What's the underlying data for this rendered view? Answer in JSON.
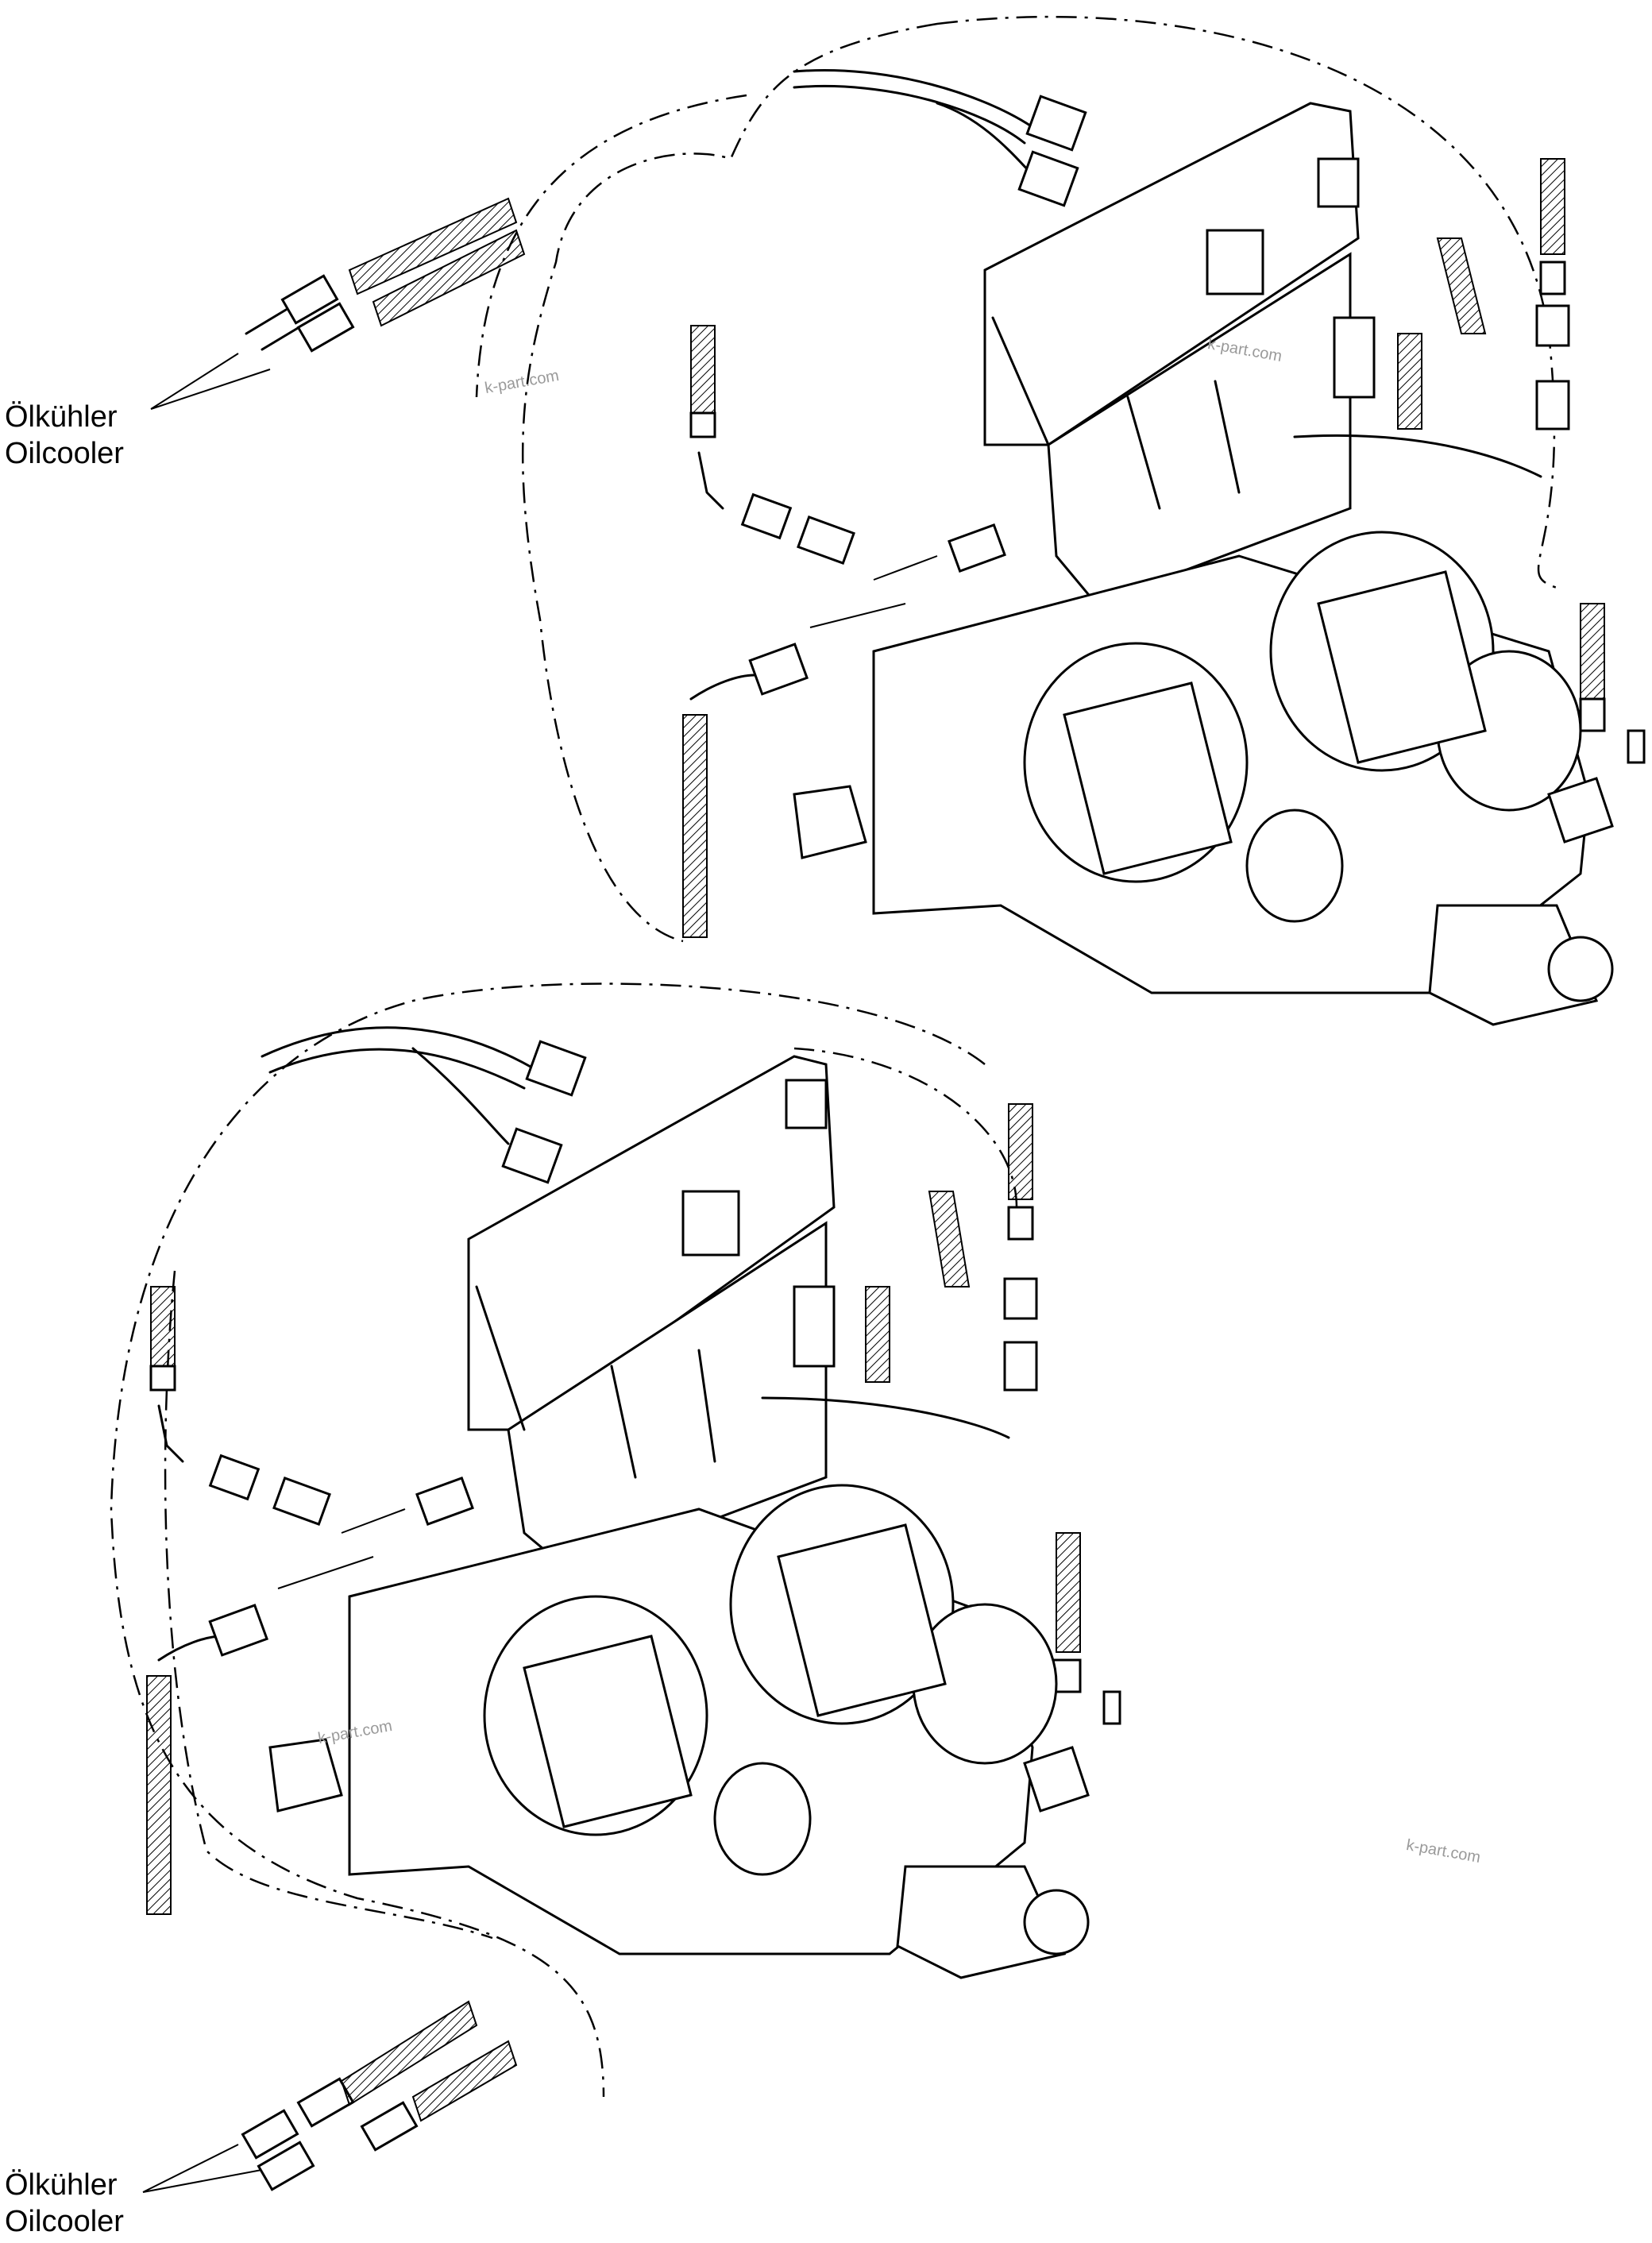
{
  "labels": {
    "top_de": "Ölkühler",
    "top_en": "Oilcooler",
    "bottom_de": "Ölkühler",
    "bottom_en": "Oilcooler"
  },
  "watermarks": {
    "wm1": "k-part.com",
    "wm2": "k-part.com",
    "wm3": "k-part.com",
    "wm4": "k-part.com"
  }
}
